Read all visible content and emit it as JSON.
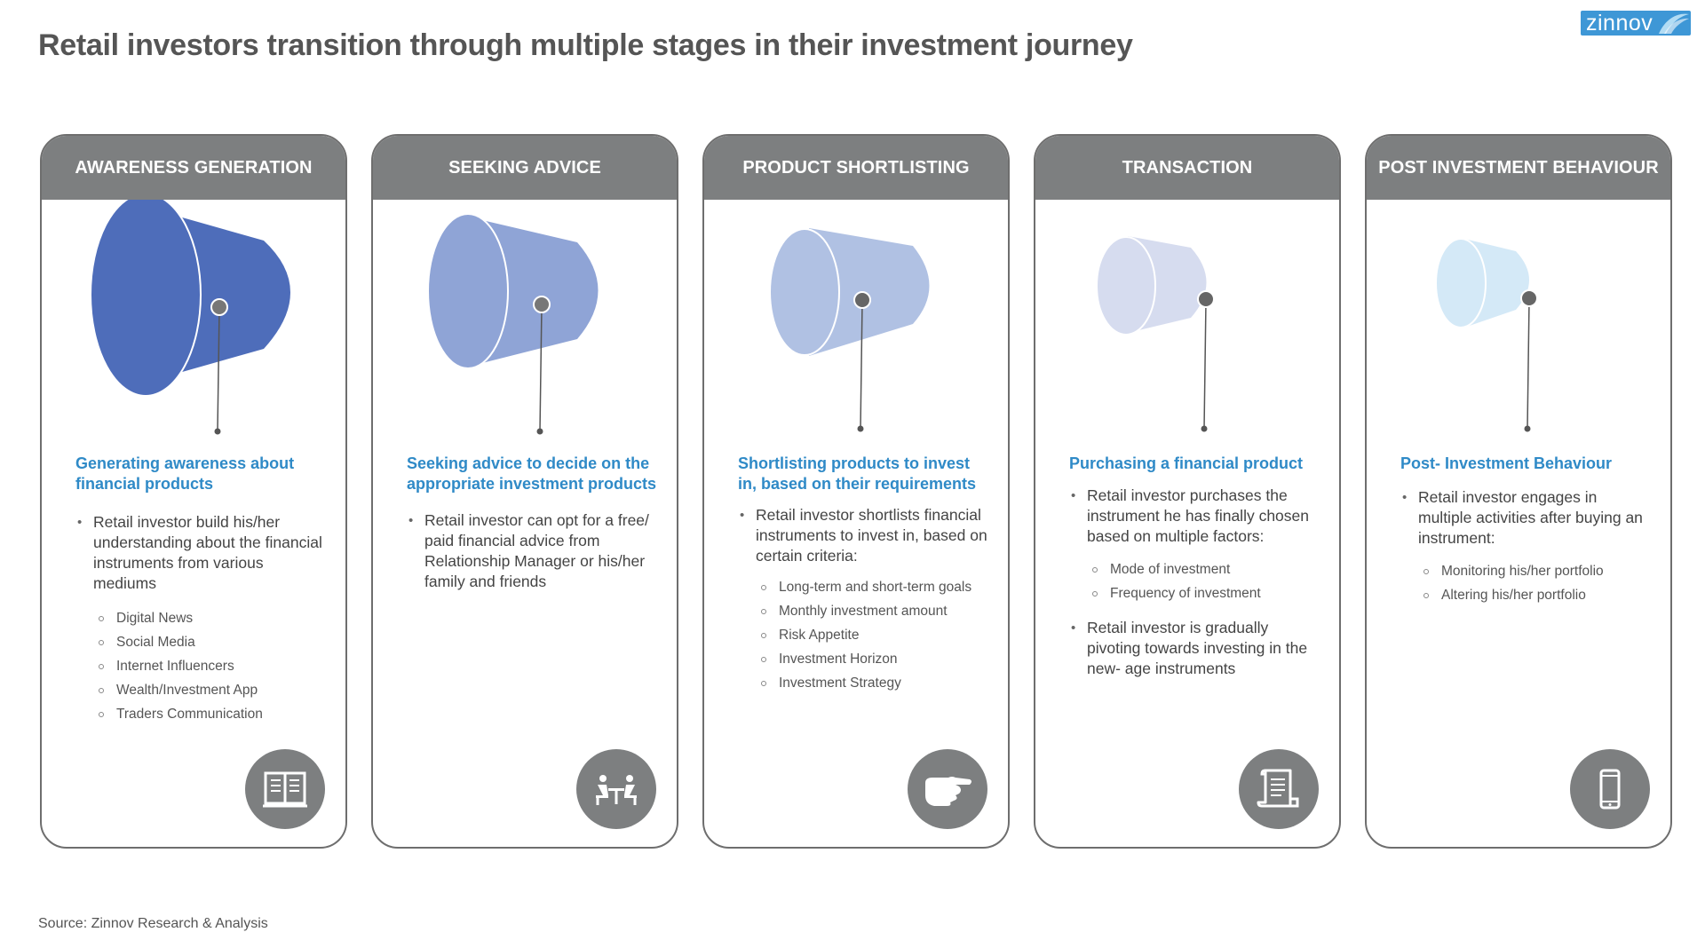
{
  "title": "Retail investors transition through multiple stages in their investment journey",
  "logo": {
    "text": "zinnov"
  },
  "source": "Source: Zinnov Research & Analysis",
  "colors": {
    "header_gray": "#7d7f80",
    "title_blue": "#2f8ac7",
    "stage_colors": [
      "#4e6dba",
      "#8fa4d6",
      "#b0c1e3",
      "#d6dcef",
      "#d4e9f7"
    ]
  },
  "stages": [
    {
      "header": "AWARENESS GENERATION",
      "title": "Generating awareness about financial products",
      "bullets": [
        {
          "text": "Retail investor build his/her understanding about the financial instruments from various mediums",
          "sub": [
            "Digital News",
            "Social Media",
            "Internet Influencers",
            "Wealth/Investment App",
            "Traders Communication"
          ]
        }
      ],
      "icon": "book-icon"
    },
    {
      "header": "SEEKING ADVICE",
      "title": "Seeking advice to decide on the appropriate investment products",
      "bullets": [
        {
          "text": "Retail investor can opt for a free/ paid financial advice from Relationship Manager or his/her family and friends",
          "sub": []
        }
      ],
      "icon": "meeting-icon"
    },
    {
      "header": "PRODUCT SHORTLISTING",
      "title": "Shortlisting products to invest in, based on their requirements",
      "bullets": [
        {
          "text": "Retail investor shortlists financial instruments to invest in, based on certain criteria:",
          "sub": [
            "Long-term and short-term goals",
            "Monthly investment amount",
            "Risk Appetite",
            "Investment Horizon",
            "Investment Strategy"
          ]
        }
      ],
      "icon": "pointing-hand-icon"
    },
    {
      "header": "TRANSACTION",
      "title": "Purchasing a financial product",
      "bullets": [
        {
          "text": "Retail investor purchases the instrument he has finally chosen based on multiple factors:",
          "sub": [
            "Mode of investment",
            "Frequency of investment"
          ]
        },
        {
          "text": "Retail investor is gradually pivoting towards investing in the new- age instruments",
          "sub": []
        }
      ],
      "icon": "receipt-icon"
    },
    {
      "header": "POST INVESTMENT BEHAVIOUR",
      "title": "Post- Investment Behaviour",
      "bullets": [
        {
          "text": "Retail investor engages in multiple activities after buying an instrument:",
          "sub": [
            "Monitoring his/her portfolio",
            "Altering his/her portfolio"
          ]
        }
      ],
      "icon": "smartphone-icon"
    }
  ]
}
